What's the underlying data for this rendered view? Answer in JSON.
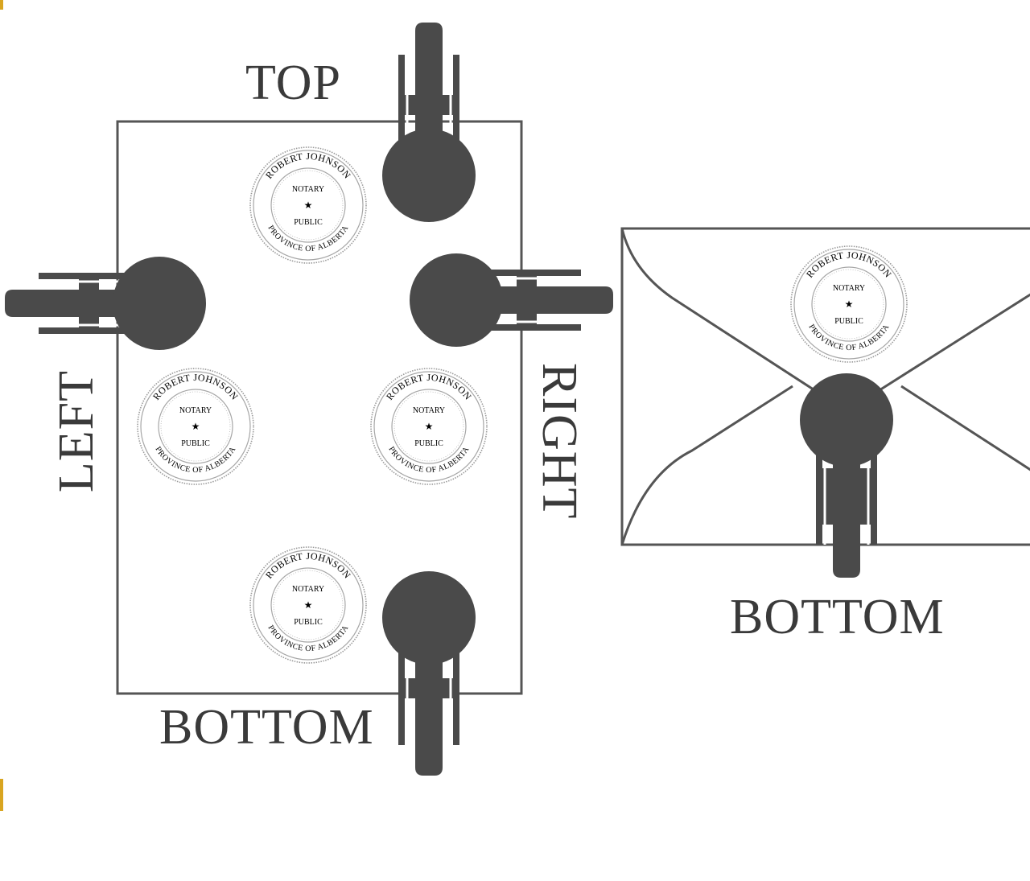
{
  "labels": {
    "top": "TOP",
    "left": "LEFT",
    "right": "RIGHT",
    "bottom_page": "BOTTOM",
    "bottom_envelope": "BOTTOM"
  },
  "seal": {
    "outer_text_top": "ROBERT JOHNSON",
    "outer_text_bottom": "PROVINCE OF ALBERTA",
    "inner_top": "NOTARY",
    "inner_star": "★",
    "inner_bottom": "PUBLIC"
  },
  "colors": {
    "embosser": "#4a4a4a",
    "outline": "#555555",
    "seal_ink": "#8c8c8c",
    "label_text": "#3a3a3a",
    "edge_accent": "#d9a520"
  },
  "icons": [
    "embosser-icon",
    "notary-seal-icon",
    "envelope-icon",
    "page-outline-icon"
  ]
}
